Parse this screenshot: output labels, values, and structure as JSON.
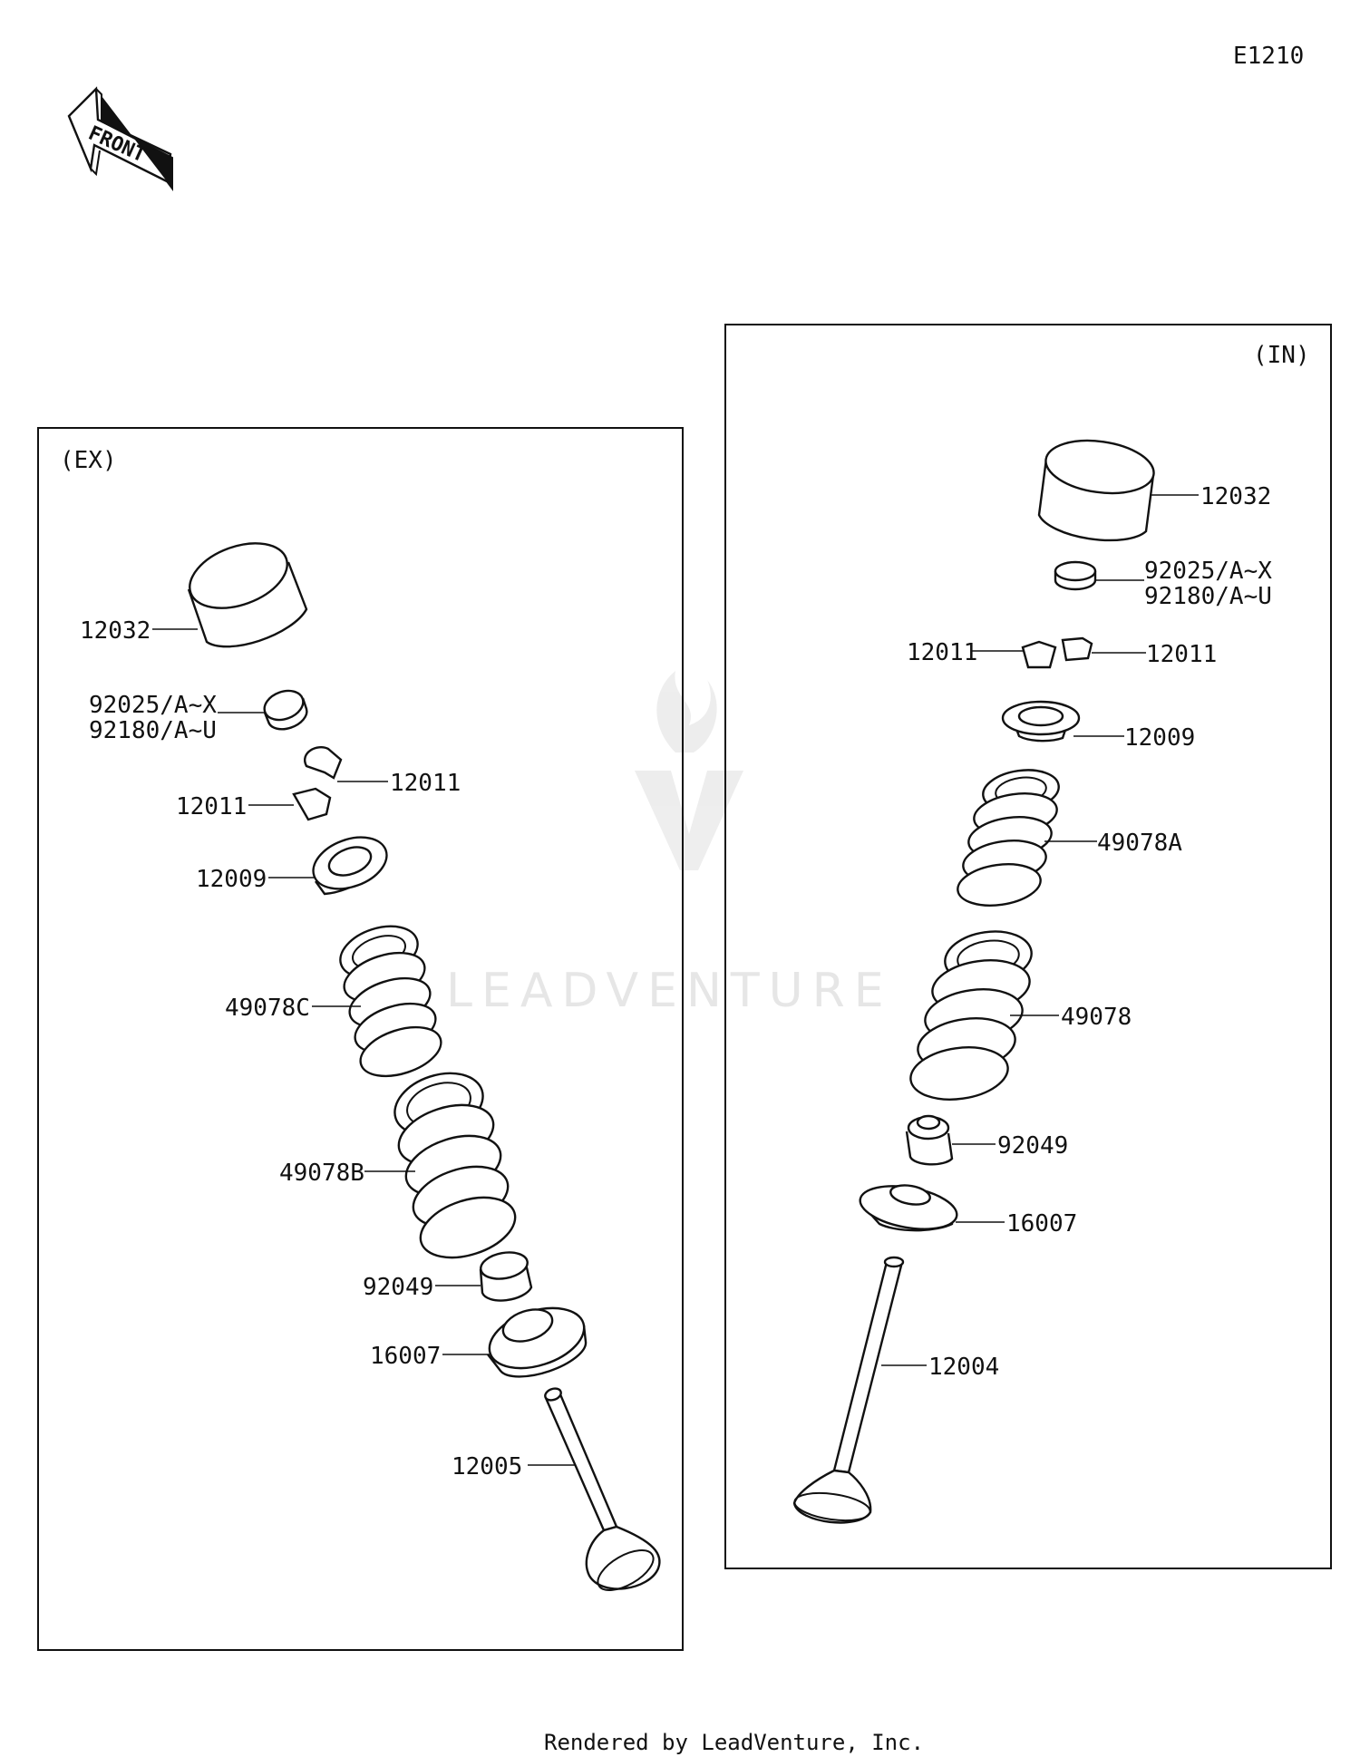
{
  "diagram_code": "E1210",
  "front_marker": "FRONT",
  "watermark": "LEADVENTURE",
  "footer": "Rendered by LeadVenture, Inc.",
  "exhaust": {
    "title": "(EX)",
    "labels": {
      "tappet": "12032",
      "shim1": "92025/A~X",
      "shim2": "92180/A~U",
      "keeper_right": "12011",
      "keeper_left": "12011",
      "retainer": "12009",
      "spring_inner": "49078C",
      "spring_outer": "49078B",
      "seal": "92049",
      "seat": "16007",
      "valve": "12005"
    }
  },
  "intake": {
    "title": "(IN)",
    "labels": {
      "tappet": "12032",
      "shim1": "92025/A~X",
      "shim2": "92180/A~U",
      "keeper_left": "12011",
      "keeper_right": "12011",
      "retainer": "12009",
      "spring_inner": "49078A",
      "spring_outer": "49078",
      "seal": "92049",
      "seat": "16007",
      "valve": "12004"
    }
  }
}
